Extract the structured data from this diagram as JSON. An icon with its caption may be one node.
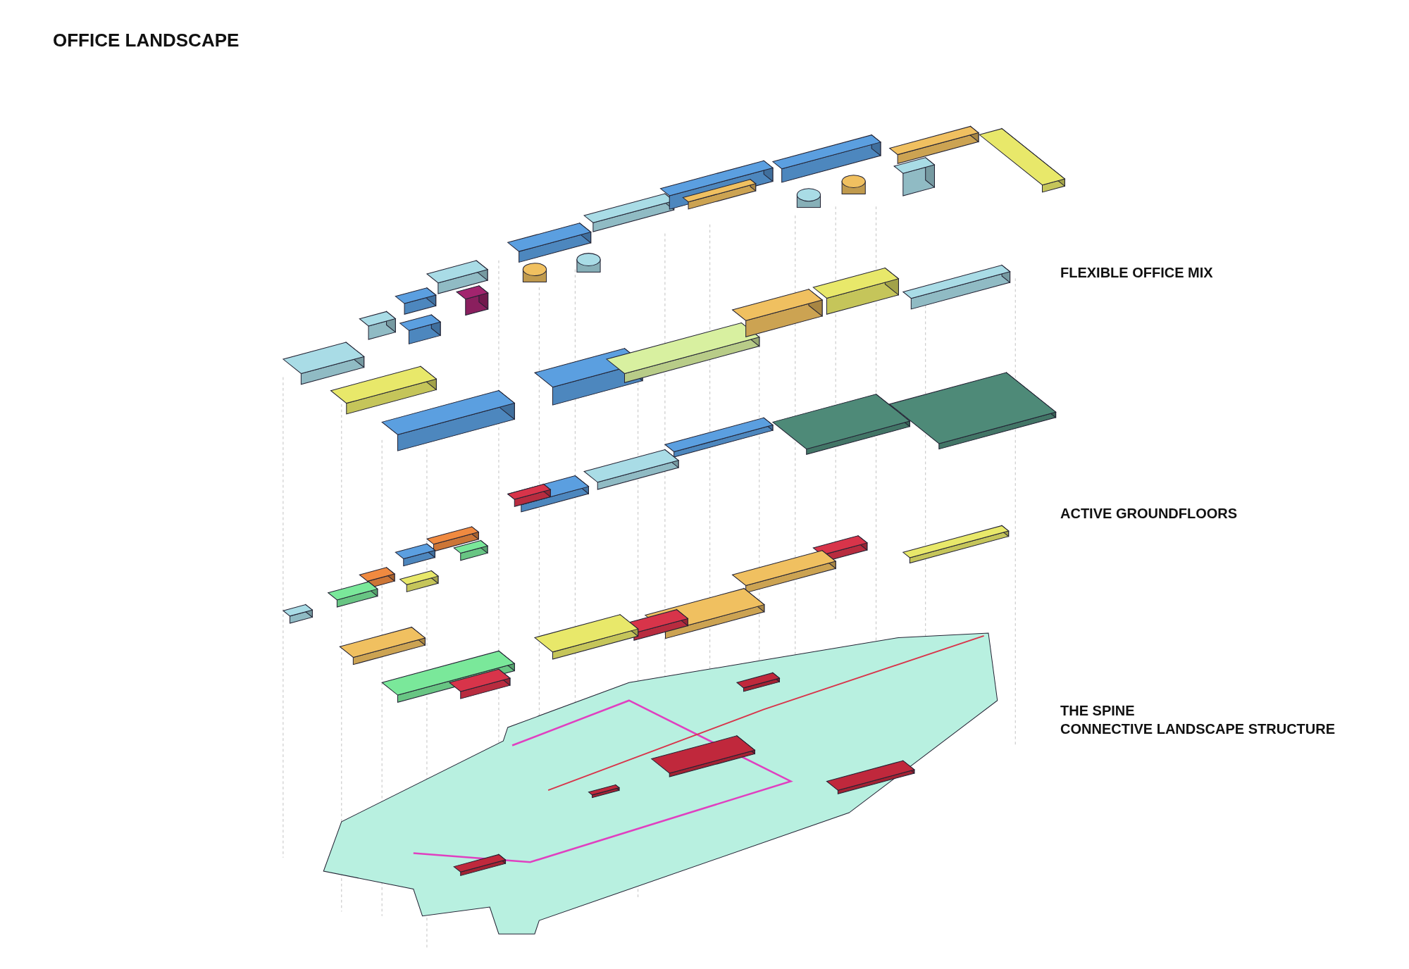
{
  "diagram": {
    "title": "OFFICE LANDSCAPE",
    "labels": [
      "FLEXIBLE OFFICE MIX",
      "ACTIVE GROUNDFLOORS",
      "THE SPINE",
      "CONNECTIVE LANDSCAPE STRUCTURE"
    ]
  }
}
